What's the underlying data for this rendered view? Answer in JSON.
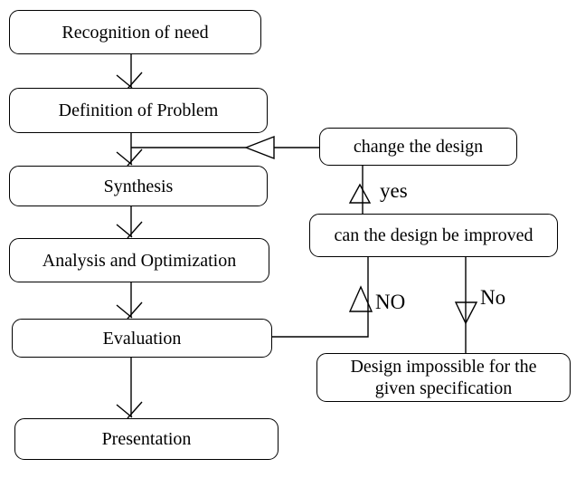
{
  "diagram": {
    "background_color": "#ffffff",
    "line_color": "#000000",
    "nodes": {
      "recognition": "Recognition of need",
      "definition": "Definition of Problem",
      "synthesis": "Synthesis",
      "analysis": "Analysis and Optimization",
      "evaluation": "Evaluation",
      "presentation": "Presentation",
      "change_design": "change the design",
      "can_improve": "can the design be improved",
      "impossible_line1": "Design impossible for the",
      "impossible_line2": "given specification"
    },
    "edge_labels": {
      "yes": "yes",
      "no_up": "NO",
      "no_down": "No"
    }
  }
}
